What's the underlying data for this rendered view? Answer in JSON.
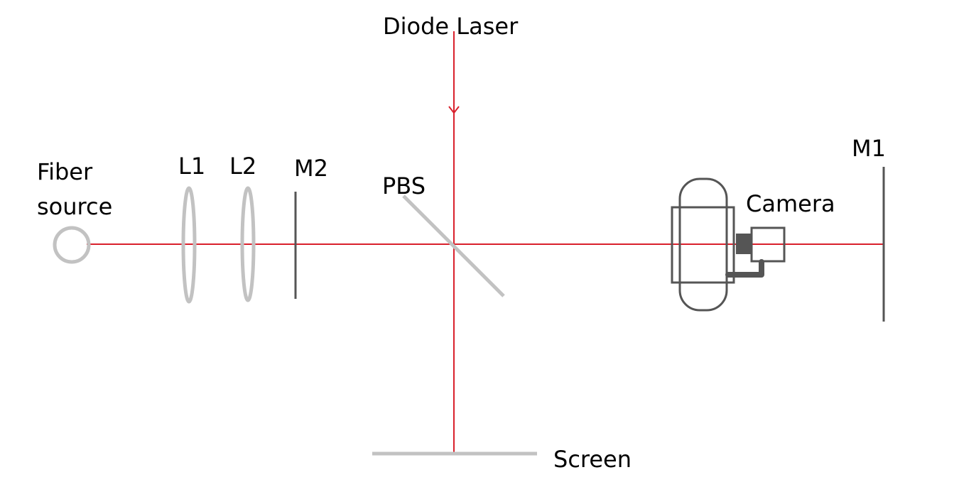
{
  "labels": {
    "diode_laser": "Diode Laser",
    "fiber_line1": "Fiber",
    "fiber_line2": "source",
    "l1": "L1",
    "l2": "L2",
    "m2": "M2",
    "pbs": "PBS",
    "camera": "Camera",
    "m1": "M1",
    "screen": "Screen"
  },
  "colors": {
    "beam": "#d9202c",
    "lens": "#c2c2c2",
    "component": "#555555",
    "text": "#000000"
  }
}
